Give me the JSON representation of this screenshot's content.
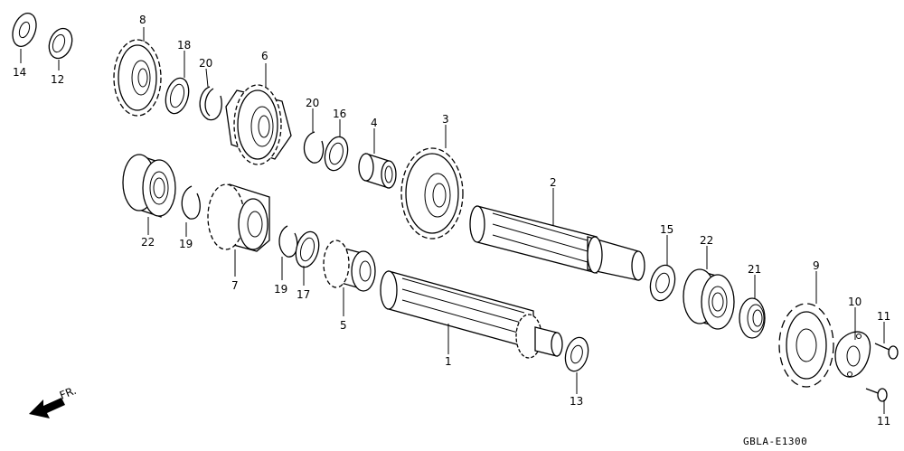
{
  "callouts": {
    "c1": "1",
    "c2": "2",
    "c3": "3",
    "c4": "4",
    "c5": "5",
    "c6": "6",
    "c7": "7",
    "c8": "8",
    "c9": "9",
    "c10": "10",
    "c11a": "11",
    "c11b": "11",
    "c12": "12",
    "c13": "13",
    "c14": "14",
    "c15": "15",
    "c16": "16",
    "c17": "17",
    "c18": "18",
    "c19a": "19",
    "c19b": "19",
    "c20a": "20",
    "c20b": "20",
    "c21": "21",
    "c22a": "22",
    "c22b": "22"
  },
  "direction_label": "FR.",
  "diagram_code": "GBLA-E1300"
}
